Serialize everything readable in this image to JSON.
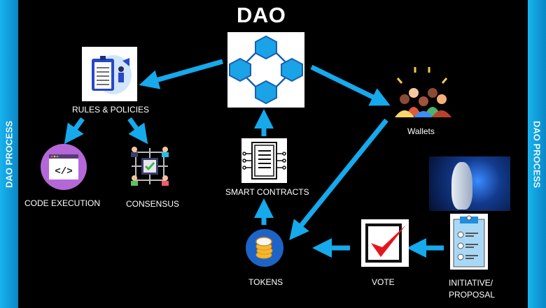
{
  "title": "DAO",
  "sidebar": {
    "left_label": "DAO PROCESS",
    "right_label": "DAO PROCESS"
  },
  "nodes": {
    "dao": {
      "icon": "blockchain-cubes-icon"
    },
    "rules": {
      "label": "RULES & POLICIES",
      "icon": "policies-clipboard-icon"
    },
    "wallets": {
      "label": "Wallets",
      "icon": "people-group-icon"
    },
    "code_execution": {
      "label": "CODE EXECUTION",
      "icon": "code-window-icon"
    },
    "consensus": {
      "label": "CONSENSUS",
      "icon": "consensus-network-icon"
    },
    "smart_contracts": {
      "label": "SMART CONTRACTS",
      "icon": "contract-chip-icon"
    },
    "tokens": {
      "label": "TOKENS",
      "icon": "coins-stack-icon"
    },
    "vote": {
      "label": "VOTE",
      "icon": "checkbox-check-icon"
    },
    "proposal": {
      "label_line1": "INITIATIVE/",
      "label_line2": "PROPOSAL",
      "icon": "checklist-clipboard-icon"
    },
    "ai": {
      "icon": "ai-face-image"
    }
  },
  "colors": {
    "arrow": "#16a9ec",
    "sidebar": "#12a4e4",
    "background": "#000000"
  }
}
